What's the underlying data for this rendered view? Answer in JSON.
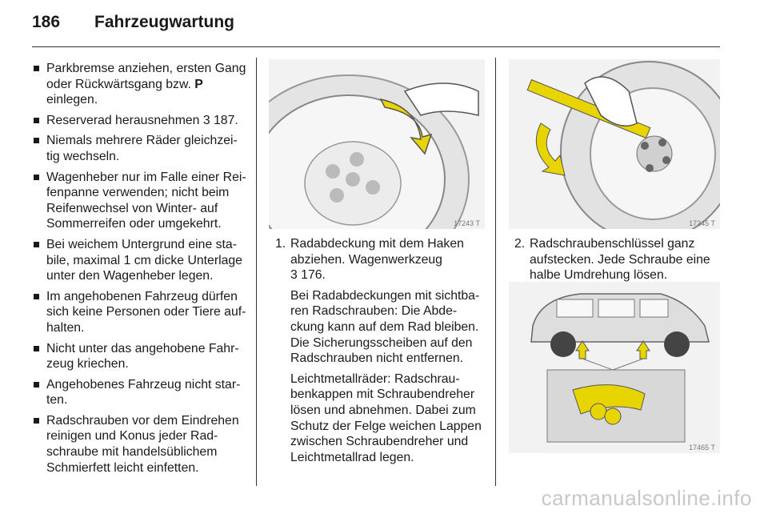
{
  "header": {
    "page_number": "186",
    "title": "Fahrzeugwartung"
  },
  "left_bullets": [
    {
      "text": "Parkbremse anziehen, ersten Gang oder Rückwärtsgang bzw. ",
      "bold": "P",
      "after": " einlegen."
    },
    {
      "text": "Reserverad herausnehmen ",
      "ref": "3 187."
    },
    {
      "text": "Niemals mehrere Räder gleichzei-tig wechseln."
    },
    {
      "text": "Wagenheber nur im Falle einer Rei-fenpanne verwenden; nicht beim Reifenwechsel von Winter- auf Sommerreifen oder umgekehrt."
    },
    {
      "text": "Bei weichem Untergrund eine sta-bile, maximal 1 cm dicke Unterlage unter den Wagenheber legen."
    },
    {
      "text": "Im angehobenen Fahrzeug dürfen sich keine Personen oder Tiere auf-halten."
    },
    {
      "text": "Nicht unter das angehobene Fahr-zeug kriechen."
    },
    {
      "text": "Angehobenes Fahrzeug nicht star-ten."
    },
    {
      "text": "Radschrauben vor dem Eindrehen reinigen und Konus jeder Rad-schraube mit handelsüblichem Schmierfett leicht einfetten."
    }
  ],
  "step1": {
    "number": "1.",
    "line1": "Radabdeckung mit dem Haken abziehen. Wagenwerkzeug",
    "ref": "3 176.",
    "para2": "Bei Radabdeckungen mit sichtba-ren Radschrauben: Die Abde-ckung kann auf dem Rad bleiben. Die Sicherungsscheiben auf den Radschrauben nicht entfernen.",
    "para3": "Leichtmetallräder: Radschrau-benkappen mit Schraubendreher lösen und abnehmen. Dabei zum Schutz der Felge weichen Lappen zwischen Schraubendreher und Leichtmetallrad legen."
  },
  "step2": {
    "number": "2.",
    "text": "Radschraubenschlüssel ganz aufstecken. Jede Schraube eine halbe Umdrehung lösen."
  },
  "figures": {
    "fig1_code": "17243 T",
    "fig2_code": "17245 T",
    "fig3_code": "17465 T"
  },
  "colors": {
    "accent_yellow": "#e8d400",
    "text": "#1a1a1a"
  },
  "watermark": "carmanualsonline.info"
}
